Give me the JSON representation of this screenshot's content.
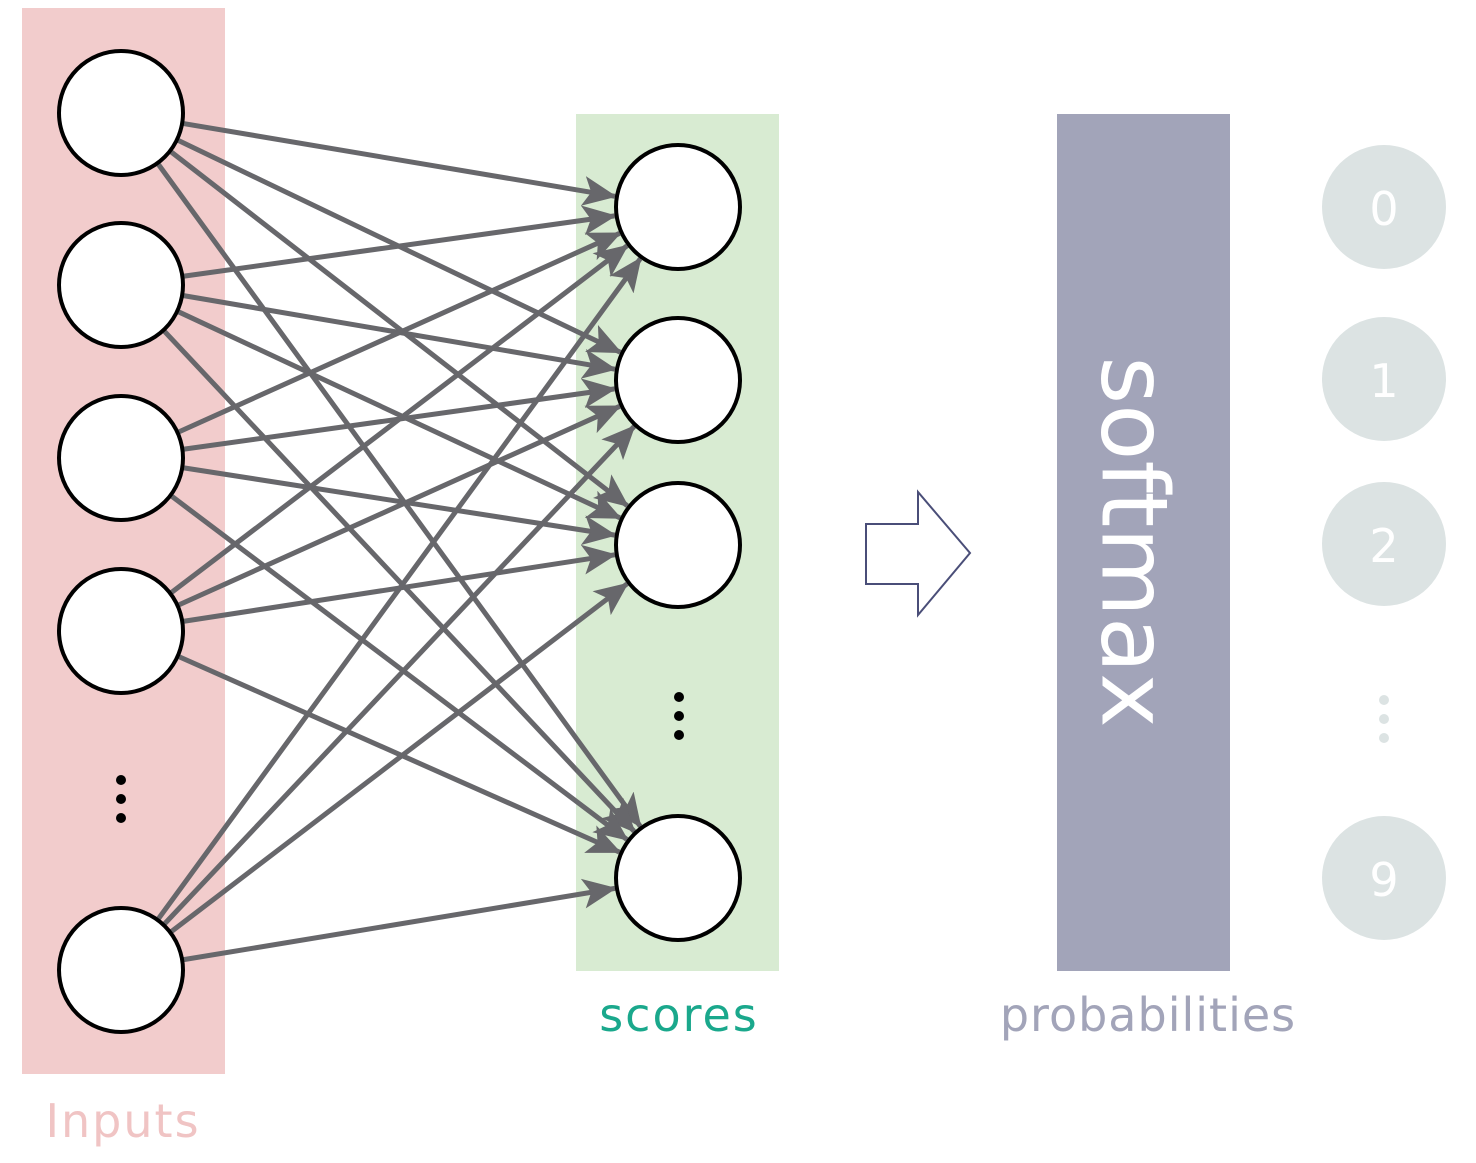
{
  "labels": {
    "inputs": "Inputs",
    "scores": "scores",
    "probabilities": "probabilities",
    "softmax": "softmax"
  },
  "outputs": [
    "0",
    "1",
    "2",
    "9"
  ],
  "colors": {
    "inputs_bg": "#f2cccc",
    "inputs_text": "#f0c4c4",
    "scores_bg": "#d8ebd2",
    "scores_text": "#1aa88c",
    "softmax_bg": "#a2a4b9",
    "softmax_text": "#ffffff",
    "probabilities_text": "#a2a4b9",
    "edge": "#67676b",
    "output_circle": "#dce3e3",
    "output_text": "#ffffff",
    "ellipsis_output": "#dce3e3",
    "arrow_outline": "#4a4e78"
  },
  "network": {
    "input_nodes": 5,
    "score_nodes": 4,
    "fully_connected": true
  },
  "icons": {
    "transition": "hollow-right-arrow-icon",
    "ellipsis": "vertical-ellipsis-icon"
  }
}
